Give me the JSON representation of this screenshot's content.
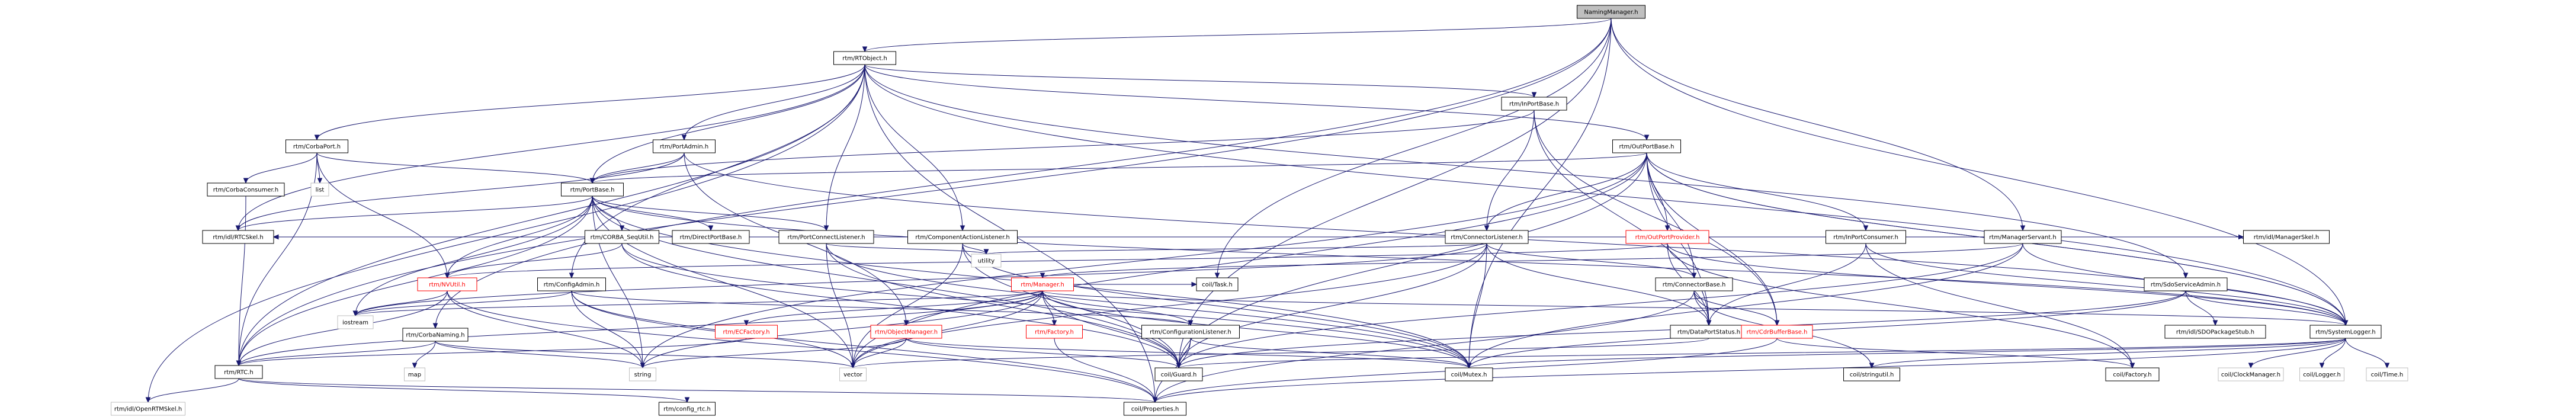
{
  "diagram": {
    "type": "include-dependency-graph",
    "colors": {
      "edge": "#191970",
      "root_fill": "#bfbfbf",
      "node_fill": "#ffffff",
      "node_border": "#000000",
      "incomplete_border": "#ff0000"
    },
    "nodes": [
      {
        "id": "NamingManager",
        "label": "NamingManager.h",
        "style": "root"
      },
      {
        "id": "RTObject",
        "label": "rtm/RTObject.h"
      },
      {
        "id": "CorbaPort",
        "label": "rtm/CorbaPort.h"
      },
      {
        "id": "PortAdmin",
        "label": "rtm/PortAdmin.h"
      },
      {
        "id": "InPortBase",
        "label": "rtm/InPortBase.h"
      },
      {
        "id": "OutPortBase",
        "label": "rtm/OutPortBase.h"
      },
      {
        "id": "CorbaConsumer",
        "label": "rtm/CorbaConsumer.h"
      },
      {
        "id": "list",
        "label": "list",
        "style": "plain"
      },
      {
        "id": "PortBase",
        "label": "rtm/PortBase.h"
      },
      {
        "id": "DirectPortBase",
        "label": "rtm/DirectPortBase.h"
      },
      {
        "id": "CORBA_SeqUtil",
        "label": "rtm/CORBA_SeqUtil.h"
      },
      {
        "id": "PortConnectListener",
        "label": "rtm/PortConnectListener.h"
      },
      {
        "id": "ComponentActionListener",
        "label": "rtm/ComponentActionListener.h"
      },
      {
        "id": "ConnectorListener",
        "label": "rtm/ConnectorListener.h"
      },
      {
        "id": "OutPortProvider",
        "label": "rtm/OutPortProvider.h",
        "style": "red"
      },
      {
        "id": "InPortConsumer",
        "label": "rtm/InPortConsumer.h"
      },
      {
        "id": "ManagerServant",
        "label": "rtm/ManagerServant.h"
      },
      {
        "id": "SdoServiceAdmin",
        "label": "rtm/SdoServiceAdmin.h"
      },
      {
        "id": "ManagerSkel",
        "label": "rtm/idl/ManagerSkel.h"
      },
      {
        "id": "RTCSkel",
        "label": "rtm/idl/RTCSkel.h"
      },
      {
        "id": "NVUtil",
        "label": "rtm/NVUtil.h",
        "style": "red"
      },
      {
        "id": "ConfigAdmin",
        "label": "rtm/ConfigAdmin.h"
      },
      {
        "id": "Manager",
        "label": "rtm/Manager.h",
        "style": "red"
      },
      {
        "id": "ConnectorBase",
        "label": "rtm/ConnectorBase.h"
      },
      {
        "id": "utility",
        "label": "utility",
        "style": "plain"
      },
      {
        "id": "iostream",
        "label": "iostream",
        "style": "plain"
      },
      {
        "id": "CorbaNaming",
        "label": "rtm/CorbaNaming.h"
      },
      {
        "id": "ECFactory",
        "label": "rtm/ECFactory.h",
        "style": "red"
      },
      {
        "id": "ObjectManager",
        "label": "rtm/ObjectManager.h",
        "style": "red"
      },
      {
        "id": "Factory",
        "label": "rtm/Factory.h",
        "style": "red"
      },
      {
        "id": "ConfigurationListener",
        "label": "rtm/ConfigurationListener.h"
      },
      {
        "id": "Task",
        "label": "coil/Task.h"
      },
      {
        "id": "DataPortStatus",
        "label": "rtm/DataPortStatus.h"
      },
      {
        "id": "CdrBufferBase",
        "label": "rtm/CdrBufferBase.h",
        "style": "red"
      },
      {
        "id": "SDOPackageStub",
        "label": "rtm/idl/SDOPackageStub.h"
      },
      {
        "id": "SystemLogger",
        "label": "rtm/SystemLogger.h"
      },
      {
        "id": "map",
        "label": "map",
        "style": "plain"
      },
      {
        "id": "string",
        "label": "string",
        "style": "plain"
      },
      {
        "id": "vector",
        "label": "vector",
        "style": "plain"
      },
      {
        "id": "Guard",
        "label": "coil/Guard.h"
      },
      {
        "id": "Mutex",
        "label": "coil/Mutex.h"
      },
      {
        "id": "stringutil",
        "label": "coil/stringutil.h"
      },
      {
        "id": "coilFactory",
        "label": "coil/Factory.h"
      },
      {
        "id": "ClockManager",
        "label": "coil/ClockManager.h",
        "style": "plain"
      },
      {
        "id": "Logger",
        "label": "coil/Logger.h",
        "style": "plain"
      },
      {
        "id": "Time",
        "label": "coil/Time.h",
        "style": "plain"
      },
      {
        "id": "RTC",
        "label": "rtm/RTC.h"
      },
      {
        "id": "OpenRTMSkel",
        "label": "rtm/idl/OpenRTMSkel.h",
        "style": "plain"
      },
      {
        "id": "config_rtc",
        "label": "rtm/config_rtc.h"
      },
      {
        "id": "Properties",
        "label": "coil/Properties.h"
      }
    ]
  }
}
